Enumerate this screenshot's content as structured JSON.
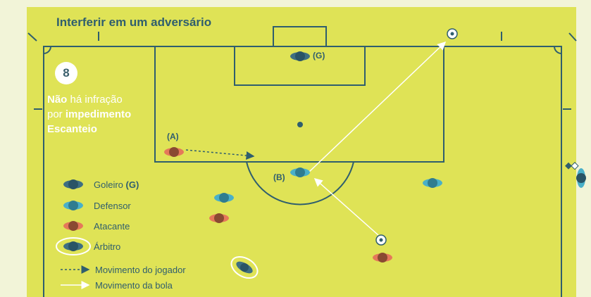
{
  "title": "Interferir em um adversário",
  "scenario_number": "8",
  "info": {
    "line1_bold": "Não",
    "line1_rest": " há infração",
    "line2_pre": "por ",
    "line2_bold": "impedimento",
    "line3_bold": "Escanteio"
  },
  "labels": {
    "goalkeeper_tag": "(G)",
    "attacker_tag": "(A)",
    "defender_tag": "(B)"
  },
  "legend": {
    "goalkeeper": "Goleiro ",
    "goalkeeper_tag": "(G)",
    "defender": "Defensor",
    "attacker": "Atacante",
    "referee": "Árbitro",
    "player_movement": "Movimento do jogador",
    "ball_movement": "Movimento da bola"
  },
  "colors": {
    "pitch": "#dfe356",
    "background": "#f2f4d8",
    "lines": "#2f5e6e",
    "goalkeeper": "#3e6f82",
    "defender": "#4ab0c8",
    "attacker": "#e5785a",
    "text_dark": "#2f5e6e",
    "text_light": "#ffffff"
  }
}
